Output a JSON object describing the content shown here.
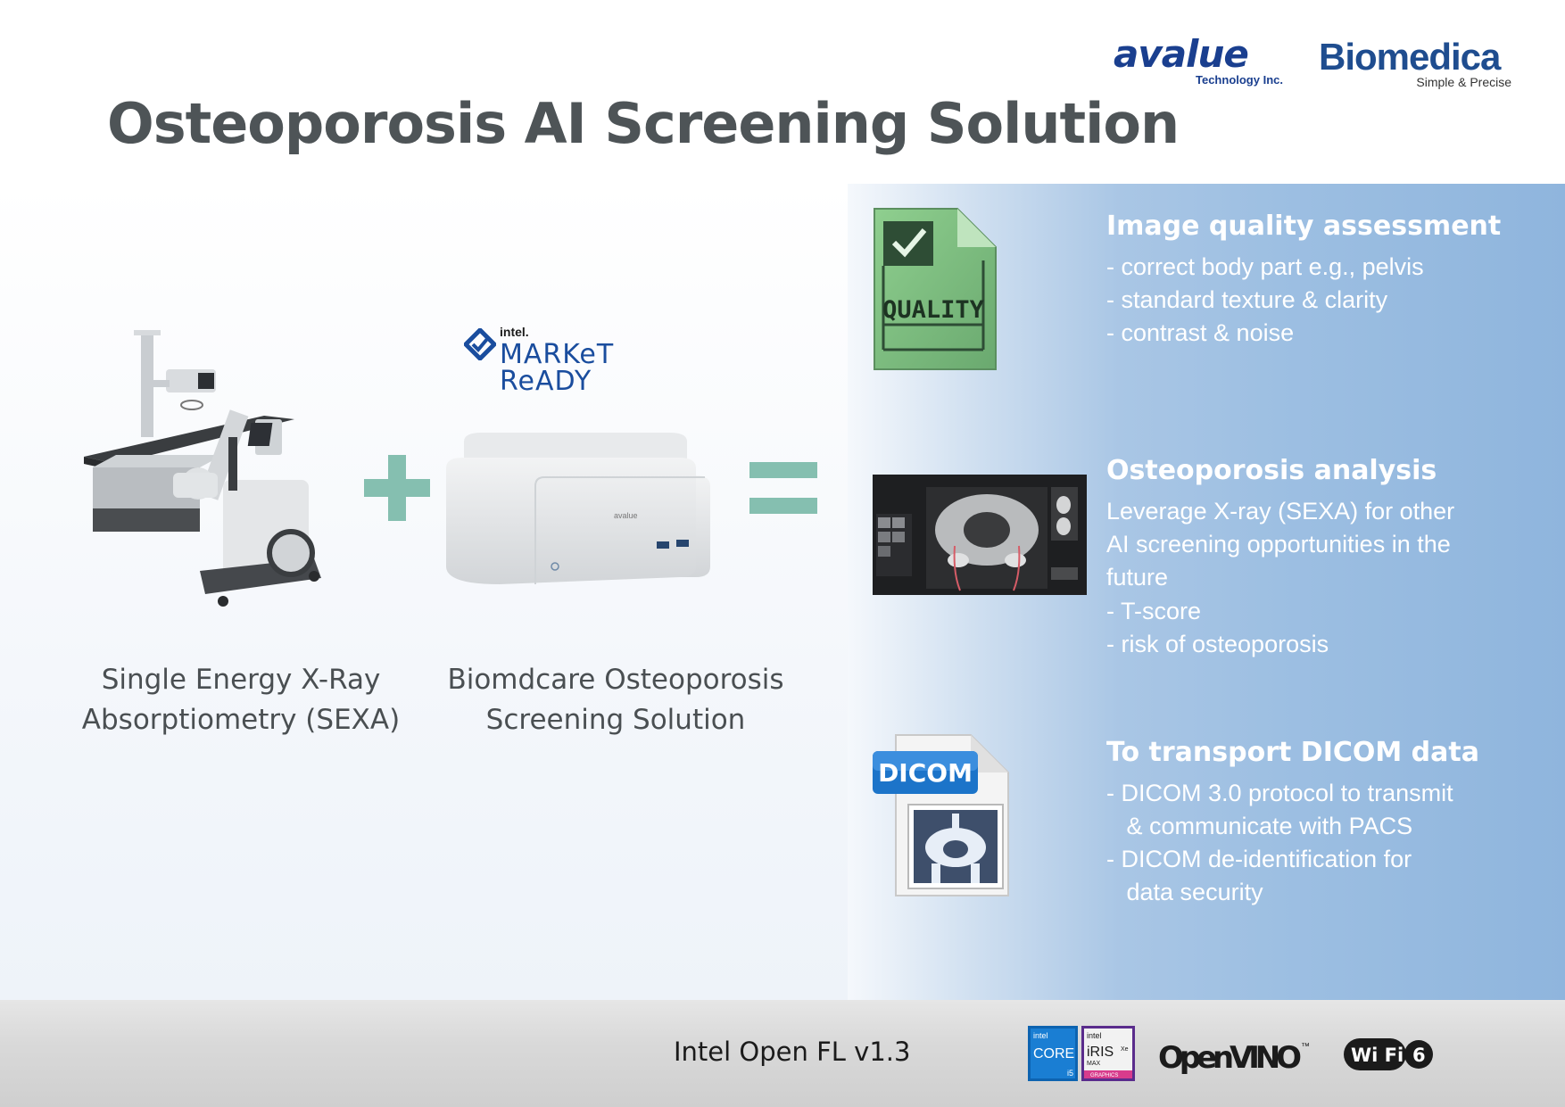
{
  "header": {
    "title": "Osteoporosis AI Screening Solution",
    "logos": {
      "avalue_brand": "avalue",
      "avalue_sub": "Technology Inc.",
      "biomedica_brand": "Biomedica",
      "biomedica_sub": "Simple & Precise"
    }
  },
  "left": {
    "market_ready": {
      "intel": "intel.",
      "line1": "MARKeT",
      "line2": "ReADY"
    },
    "caption_left": [
      "Single Energy X-Ray",
      "Absorptiometry (SEXA)"
    ],
    "caption_mid": [
      "Biomdcare Osteoporosis",
      "Screening Solution"
    ],
    "device_badge": "avalue",
    "quality_icon_label": "QUALITY"
  },
  "right": {
    "sections": [
      {
        "title": "Image quality assessment",
        "lines": [
          "- correct body part e.g., pelvis",
          "- standard texture & clarity",
          "- contrast & noise"
        ]
      },
      {
        "title": "Osteoporosis analysis",
        "lines": [
          "Leverage X-ray (SEXA) for other",
          "AI screening opportunities in the",
          "future",
          "- T-score",
          "- risk of osteoporosis"
        ]
      },
      {
        "title": "To transport DICOM data",
        "lines": [
          "- DICOM 3.0 protocol to transmit",
          "   & communicate with PACS",
          "- DICOM de-identification for",
          "   data security"
        ]
      }
    ],
    "dicom_label": "DICOM"
  },
  "footer": {
    "text": "Intel Open FL v1.3",
    "intel_badge": {
      "left_brand": "intel",
      "left_label": "CORE",
      "left_tier": "i5",
      "right_brand": "intel",
      "right_label": "iRIS",
      "right_sub": "Xe",
      "right_max": "MAX",
      "right_graphics": "GRAPHICS"
    },
    "openvino": "OpenVINO",
    "openvino_tm": "™",
    "wifi": {
      "label": "Wi Fi",
      "gen": "6"
    }
  },
  "colors": {
    "title": "#4e5457",
    "accent_teal": "#85bfb0",
    "panel_blue": "#9dbfe2",
    "avalue_blue": "#1a3f8f",
    "market_blue": "#1a4d9e"
  }
}
